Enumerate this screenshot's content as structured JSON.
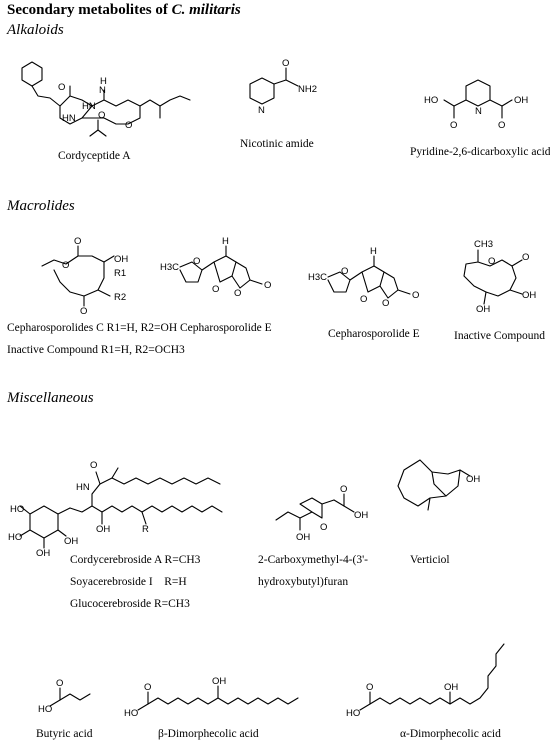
{
  "title_prefix": "Secondary metabolites of ",
  "title_species": "C. militaris",
  "sections": {
    "alkaloids": "Alkaloids",
    "macrolides": "Macrolides",
    "misc": "Miscellaneous"
  },
  "compounds": {
    "cordyceptide": "Cordyceptide A",
    "nicotinic": "Nicotinic amide",
    "pyridine": "Pyridine-2,6-dicarboxylic acid",
    "cepharo_c_line1": "Cepharosporolides C R1=H, R2=OH",
    "cepharo_c_line2": "Inactive Compound R1=H, R2=OCH3",
    "cepharo_e1": "Cepharosporolide E",
    "cepharo_e2": "Cepharosporolide E",
    "inactive": "Inactive Compound",
    "cordycerebroside": "Cordycerebroside A R=CH3",
    "soyacerebroside": "Soyacerebroside I    R=H",
    "glucocerebroside": "Glucocerebroside R=CH3",
    "carboxymethyl_line1": "2-Carboxymethyl-4-(3'-",
    "carboxymethyl_line2": "hydroxybutyl)furan",
    "verticiol": "Verticiol",
    "butyric": "Butyric acid",
    "beta": "β-Dimorphecolic acid",
    "alpha": "α-Dimorphecolic acid"
  },
  "atoms": {
    "o": "O",
    "n": "N",
    "h": "H",
    "oh": "OH",
    "ho": "HO",
    "nh": "NH",
    "hn": "HN",
    "nh2": "NH2",
    "r": "R",
    "r1": "R1",
    "r2": "R2",
    "h3c": "H3C",
    "ch3": "CH3"
  }
}
